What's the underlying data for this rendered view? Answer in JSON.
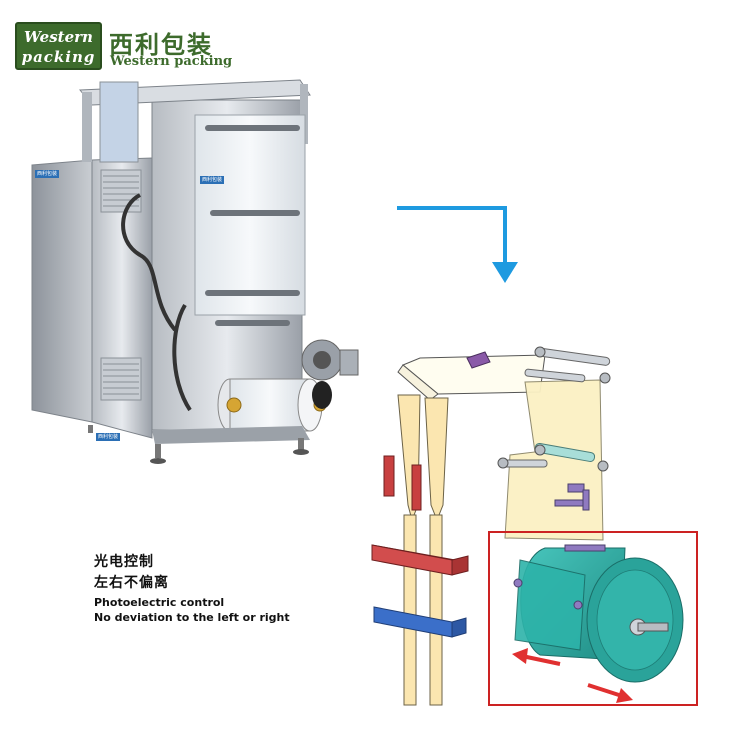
{
  "logo": {
    "badge_line1": "Western",
    "badge_line2": "packing",
    "cn_name": "西利包装",
    "en_name": "Western packing"
  },
  "caption": {
    "cn_line1": "光电控制",
    "cn_line2": "左右不偏离",
    "en_line1": "Photoelectric control",
    "en_line2": "No deviation to the left or right"
  },
  "machine_plates": [
    {
      "text": "西利包装"
    },
    {
      "text": "西利包装"
    },
    {
      "text": "西利包装"
    }
  ],
  "colors": {
    "brand_green": "#3d6b2c",
    "arrow_blue": "#1e9ae0",
    "highlight_red": "#cc2222",
    "film_yellow": "#fbf1c4",
    "roll_teal": "#2aa39a",
    "bar_red": "#c84040",
    "bar_blue": "#3b6fc9"
  }
}
